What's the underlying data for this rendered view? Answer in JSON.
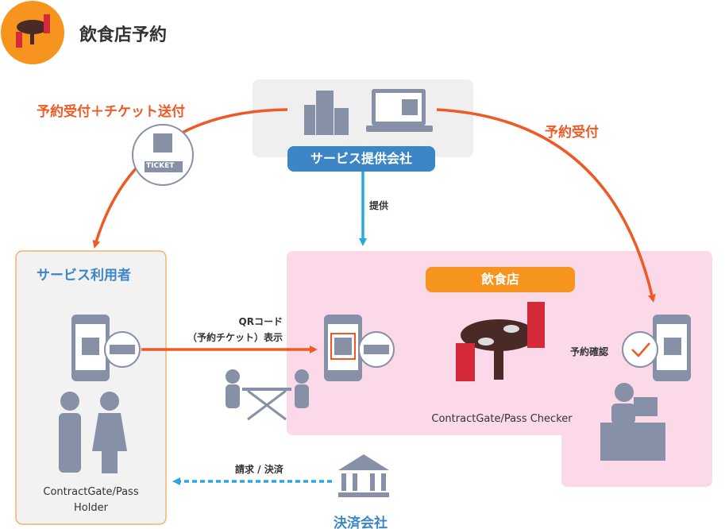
{
  "header": {
    "title": "飲食店予約",
    "icon": "restaurant-table-icon"
  },
  "labels": {
    "reserve_and_ticket": "予約受付＋チケット送付",
    "reserve": "予約受付",
    "provide": "提供",
    "qr_line1": "QRコード",
    "qr_line2": "（予約チケット）表示",
    "confirm": "予約確認",
    "billing": "請求 / 決済",
    "ticket": "TICKET"
  },
  "nodes": {
    "provider": "サービス提供会社",
    "user": "サービス利用者",
    "restaurant": "飲食店",
    "payment": "決済会社",
    "holder": "ContractGate/Pass Holder",
    "holder_line1": "ContractGate/Pass",
    "holder_line2": "Holder",
    "checker": "ContractGate/Pass Checker"
  },
  "colors": {
    "accent_orange": "#f7941d",
    "arrow_orange": "#ef5a24",
    "blue": "#3c86c6",
    "pink": "#fcd9e8",
    "icon_gray": "#8690a6",
    "box_gray": "#efefef",
    "arrow_blue": "#29a8e0"
  }
}
